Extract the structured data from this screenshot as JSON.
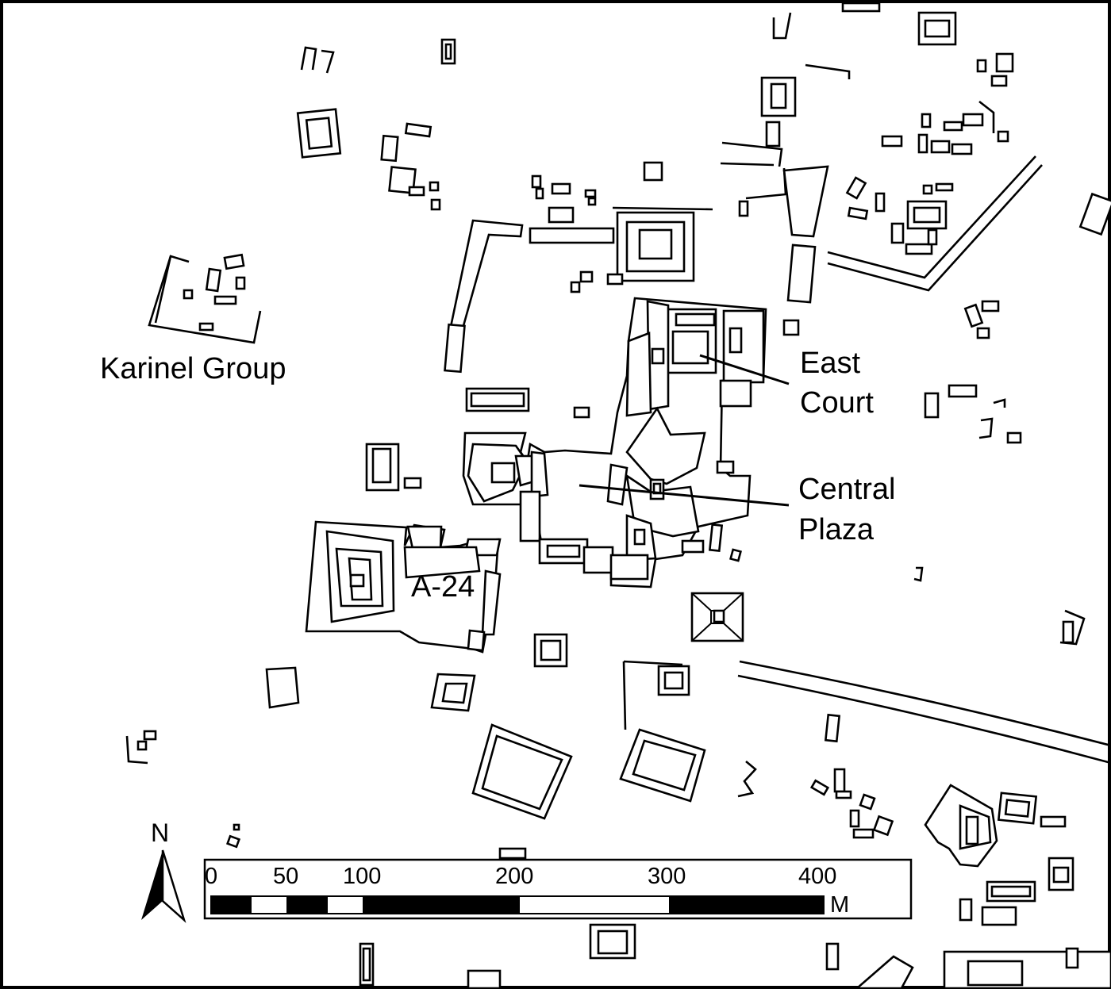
{
  "labels": {
    "karinel": "Karinel Group",
    "east_line1": "East",
    "east_line2": "Court",
    "central_line1": "Central",
    "central_line2": "Plaza",
    "a24": "A-24"
  },
  "north_arrow": {
    "letter": "N",
    "icon": "north-arrow-icon"
  },
  "scale_bar": {
    "ticks": [
      "0",
      "50",
      "100",
      "200",
      "300",
      "400"
    ],
    "unit": "M"
  },
  "colors": {
    "ink": "#000000",
    "paper": "#ffffff"
  }
}
